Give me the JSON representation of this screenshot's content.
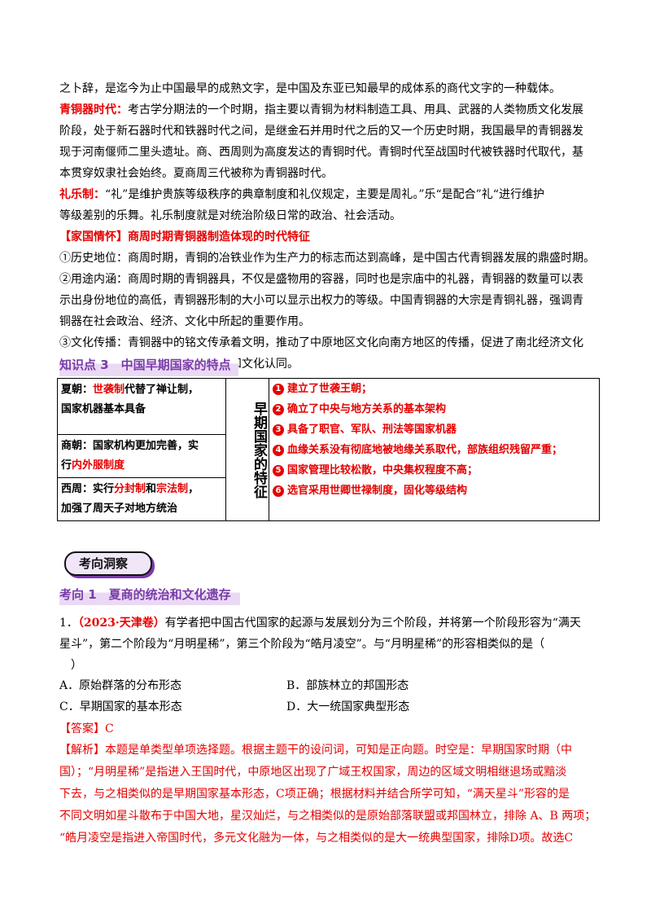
{
  "intro_line": "之卜辞，是迄今为止中国最早的成熟文字，是中国及东亚已知最早的成体系的商代文字的一种载体。",
  "bronze_age": {
    "term": "青铜器时代：",
    "lines": [
      "考古学分期法的一个时期，指主要以青铜为材料制造工具、用具、武器的人类物质文化发展",
      "阶段，处于新石器时代和铁器时代之间，是继金石并用时代之后的又一个历史时期，我国最早的青铜器发",
      "现于河南偃师二里头遗址。商、西周则为高度发达的青铜时代。青铜时代至战国时代被铁器时代取代，基",
      "本贯穿奴隶社会始终。夏商周三代被称为青铜器时代。"
    ]
  },
  "ritual": {
    "term": "礼乐制：",
    "lines": [
      "“礼”是维护贵族等级秩序的典章制度和礼仪规定，主要是周礼。”乐“是配合”礼“进行维护",
      "等级差别的乐舞。礼乐制度就是对统治阶级日常的政治、社会活动。"
    ]
  },
  "family": {
    "title": "【家国情怀】商周时期青铜器制造体现的时代特征",
    "lines": [
      "①历史地位：商周时期，青铜的冶铁业作为生产力的标志而达到高峰，是中国古代青铜器发展的鼎盛时期。",
      "②用途内涵：商周时期的青铜器具，不仅是盛物用的容器，同时也是宗庙中的礼器，青铜器的数量可以表",
      "示出身份地位的高低，青铜器形制的大小可以显示出权力的等级。中国青铜器的大宗是青铜礼器，强调青",
      "铜器在社会政治、经济、文化中所起的重要作用。",
      "③文化传播：青铜器中的铭文传承着文明，推动了中原地区文化向南方地区的传播，促进了南北经济文化",
      "交流，推动了民族交融、国家认同和文化认同。"
    ]
  },
  "kp3_title": "知识点 3　中国早期国家的特点",
  "table": {
    "xia": {
      "pre": "夏朝：",
      "red": "世袭制",
      "post": "代替了禅让制，",
      "line2": "国家机器基本具备"
    },
    "shang": {
      "line1": "商朝：国家机构更加完善，实",
      "pre2": "行",
      "red": "内外服制度"
    },
    "zhou": {
      "pre": "西周：实行",
      "red1": "分封制",
      "mid": "和",
      "red2": "宗法制",
      "post": "，",
      "line2": "加强了周天子对地方统治"
    },
    "vertical": "早期国家的特征",
    "features": [
      {
        "n": "1",
        "text": "建立了世袭王朝；"
      },
      {
        "n": "2",
        "text": "确立了中央与地方关系的基本架构"
      },
      {
        "n": "3",
        "text": "具备了职官、军队、刑法等国家机器"
      },
      {
        "n": "4",
        "text": "血缘关系没有彻底地被地缘关系取代，部族组织残留严重；"
      },
      {
        "n": "5",
        "text": "国家管理比较松散，中央集权程度不高；"
      },
      {
        "n": "6",
        "text": "选官采用世卿世禄制度，固化等级结构"
      }
    ]
  },
  "badge": "考向洞察",
  "kx1_title": "考向 1　夏商的统治和文化遗存",
  "question": {
    "num": "1．",
    "source": "（2023·天津卷）",
    "line1": "有学者把中国古代国家的起源与发展划分为三个阶段，并将第一个阶段形容为“满天",
    "line2": "星斗”，第二个阶段为“月明星稀”，第三个阶段为“皓月凌空”。与“月明星稀”的形容相类似的是（",
    "line3": "）",
    "options": [
      {
        "label": "A．原始群落的分布形态"
      },
      {
        "label": "B．部族林立的邦国形态"
      },
      {
        "label": "C．早期国家的基本形态"
      },
      {
        "label": "D．大一统国家典型形态"
      }
    ],
    "answer": "【答案】C",
    "analysis": [
      "【解析】本题是单类型单项选择题。根据主题干的设问词，可知是正向题。时空是：早期国家时期（中",
      "国）；“月明星稀”是指进入王国时代，中原地区出现了广域王权国家，周边的区域文明相继退场或黯淡",
      "下去，与之相类似的是早期国家基本形态，C项正确；根据材料并结合所学可知，“满天星斗”形容的是",
      "不同文明如星斗散布于中国大地，星汉灿烂，与之相类似的是原始部落联盟或邦国林立，排除 A、B 两项；",
      "“皓月凌空是指进入帝国时代，多元文化融为一体，与之相类似的是大一统典型国家，排除D项。故选C"
    ]
  }
}
